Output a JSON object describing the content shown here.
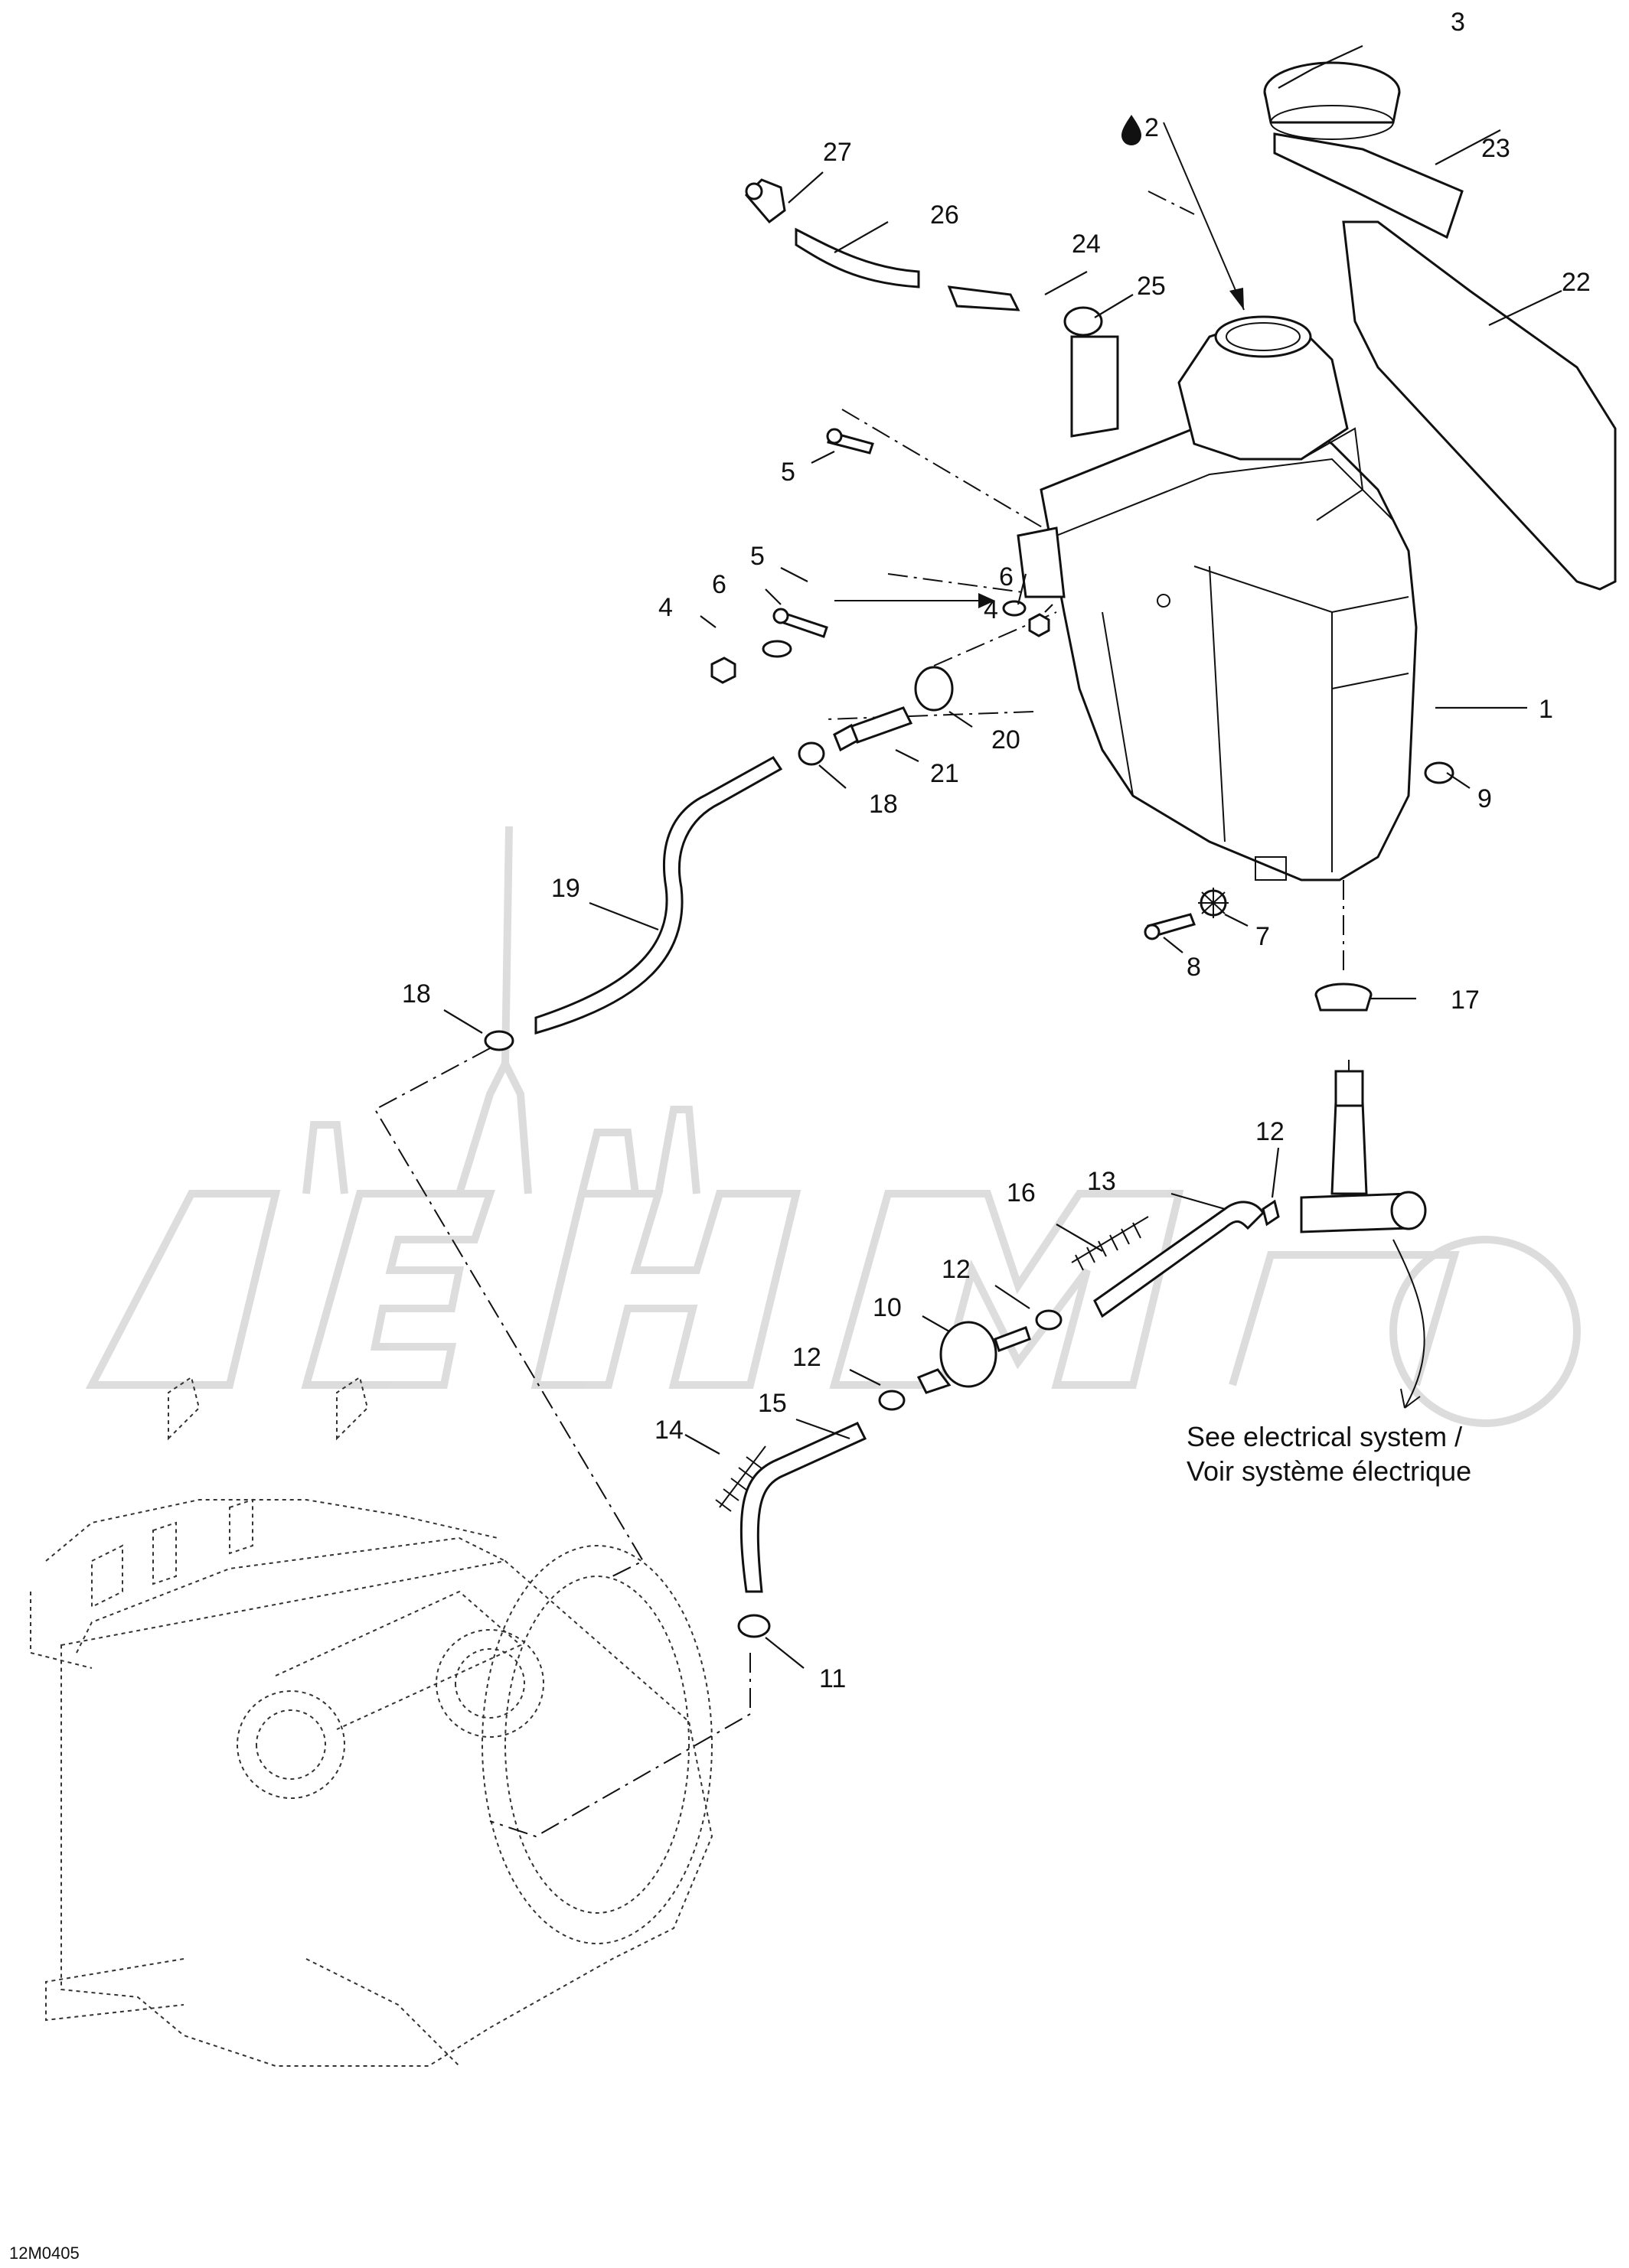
{
  "diagram": {
    "callouts": [
      {
        "id": "c1",
        "label": "1"
      },
      {
        "id": "c2",
        "label": "2"
      },
      {
        "id": "c3",
        "label": "3"
      },
      {
        "id": "c4a",
        "label": "4"
      },
      {
        "id": "c4b",
        "label": "4"
      },
      {
        "id": "c5a",
        "label": "5"
      },
      {
        "id": "c5b",
        "label": "5"
      },
      {
        "id": "c6a",
        "label": "6"
      },
      {
        "id": "c6b",
        "label": "6"
      },
      {
        "id": "c7",
        "label": "7"
      },
      {
        "id": "c8",
        "label": "8"
      },
      {
        "id": "c9",
        "label": "9"
      },
      {
        "id": "c10",
        "label": "10"
      },
      {
        "id": "c11",
        "label": "11"
      },
      {
        "id": "c12a",
        "label": "12"
      },
      {
        "id": "c12b",
        "label": "12"
      },
      {
        "id": "c12c",
        "label": "12"
      },
      {
        "id": "c13",
        "label": "13"
      },
      {
        "id": "c14",
        "label": "14"
      },
      {
        "id": "c15",
        "label": "15"
      },
      {
        "id": "c16",
        "label": "16"
      },
      {
        "id": "c17",
        "label": "17"
      },
      {
        "id": "c18a",
        "label": "18"
      },
      {
        "id": "c18b",
        "label": "18"
      },
      {
        "id": "c19",
        "label": "19"
      },
      {
        "id": "c20",
        "label": "20"
      },
      {
        "id": "c21",
        "label": "21"
      },
      {
        "id": "c22",
        "label": "22"
      },
      {
        "id": "c23",
        "label": "23"
      },
      {
        "id": "c24",
        "label": "24"
      },
      {
        "id": "c25",
        "label": "25"
      },
      {
        "id": "c26",
        "label": "26"
      },
      {
        "id": "c27",
        "label": "27"
      }
    ],
    "note_line1": "See electrical system /",
    "note_line2": "Voir système électrique",
    "figure_code": "12M0405",
    "lubricant_symbol": "drop-icon"
  }
}
